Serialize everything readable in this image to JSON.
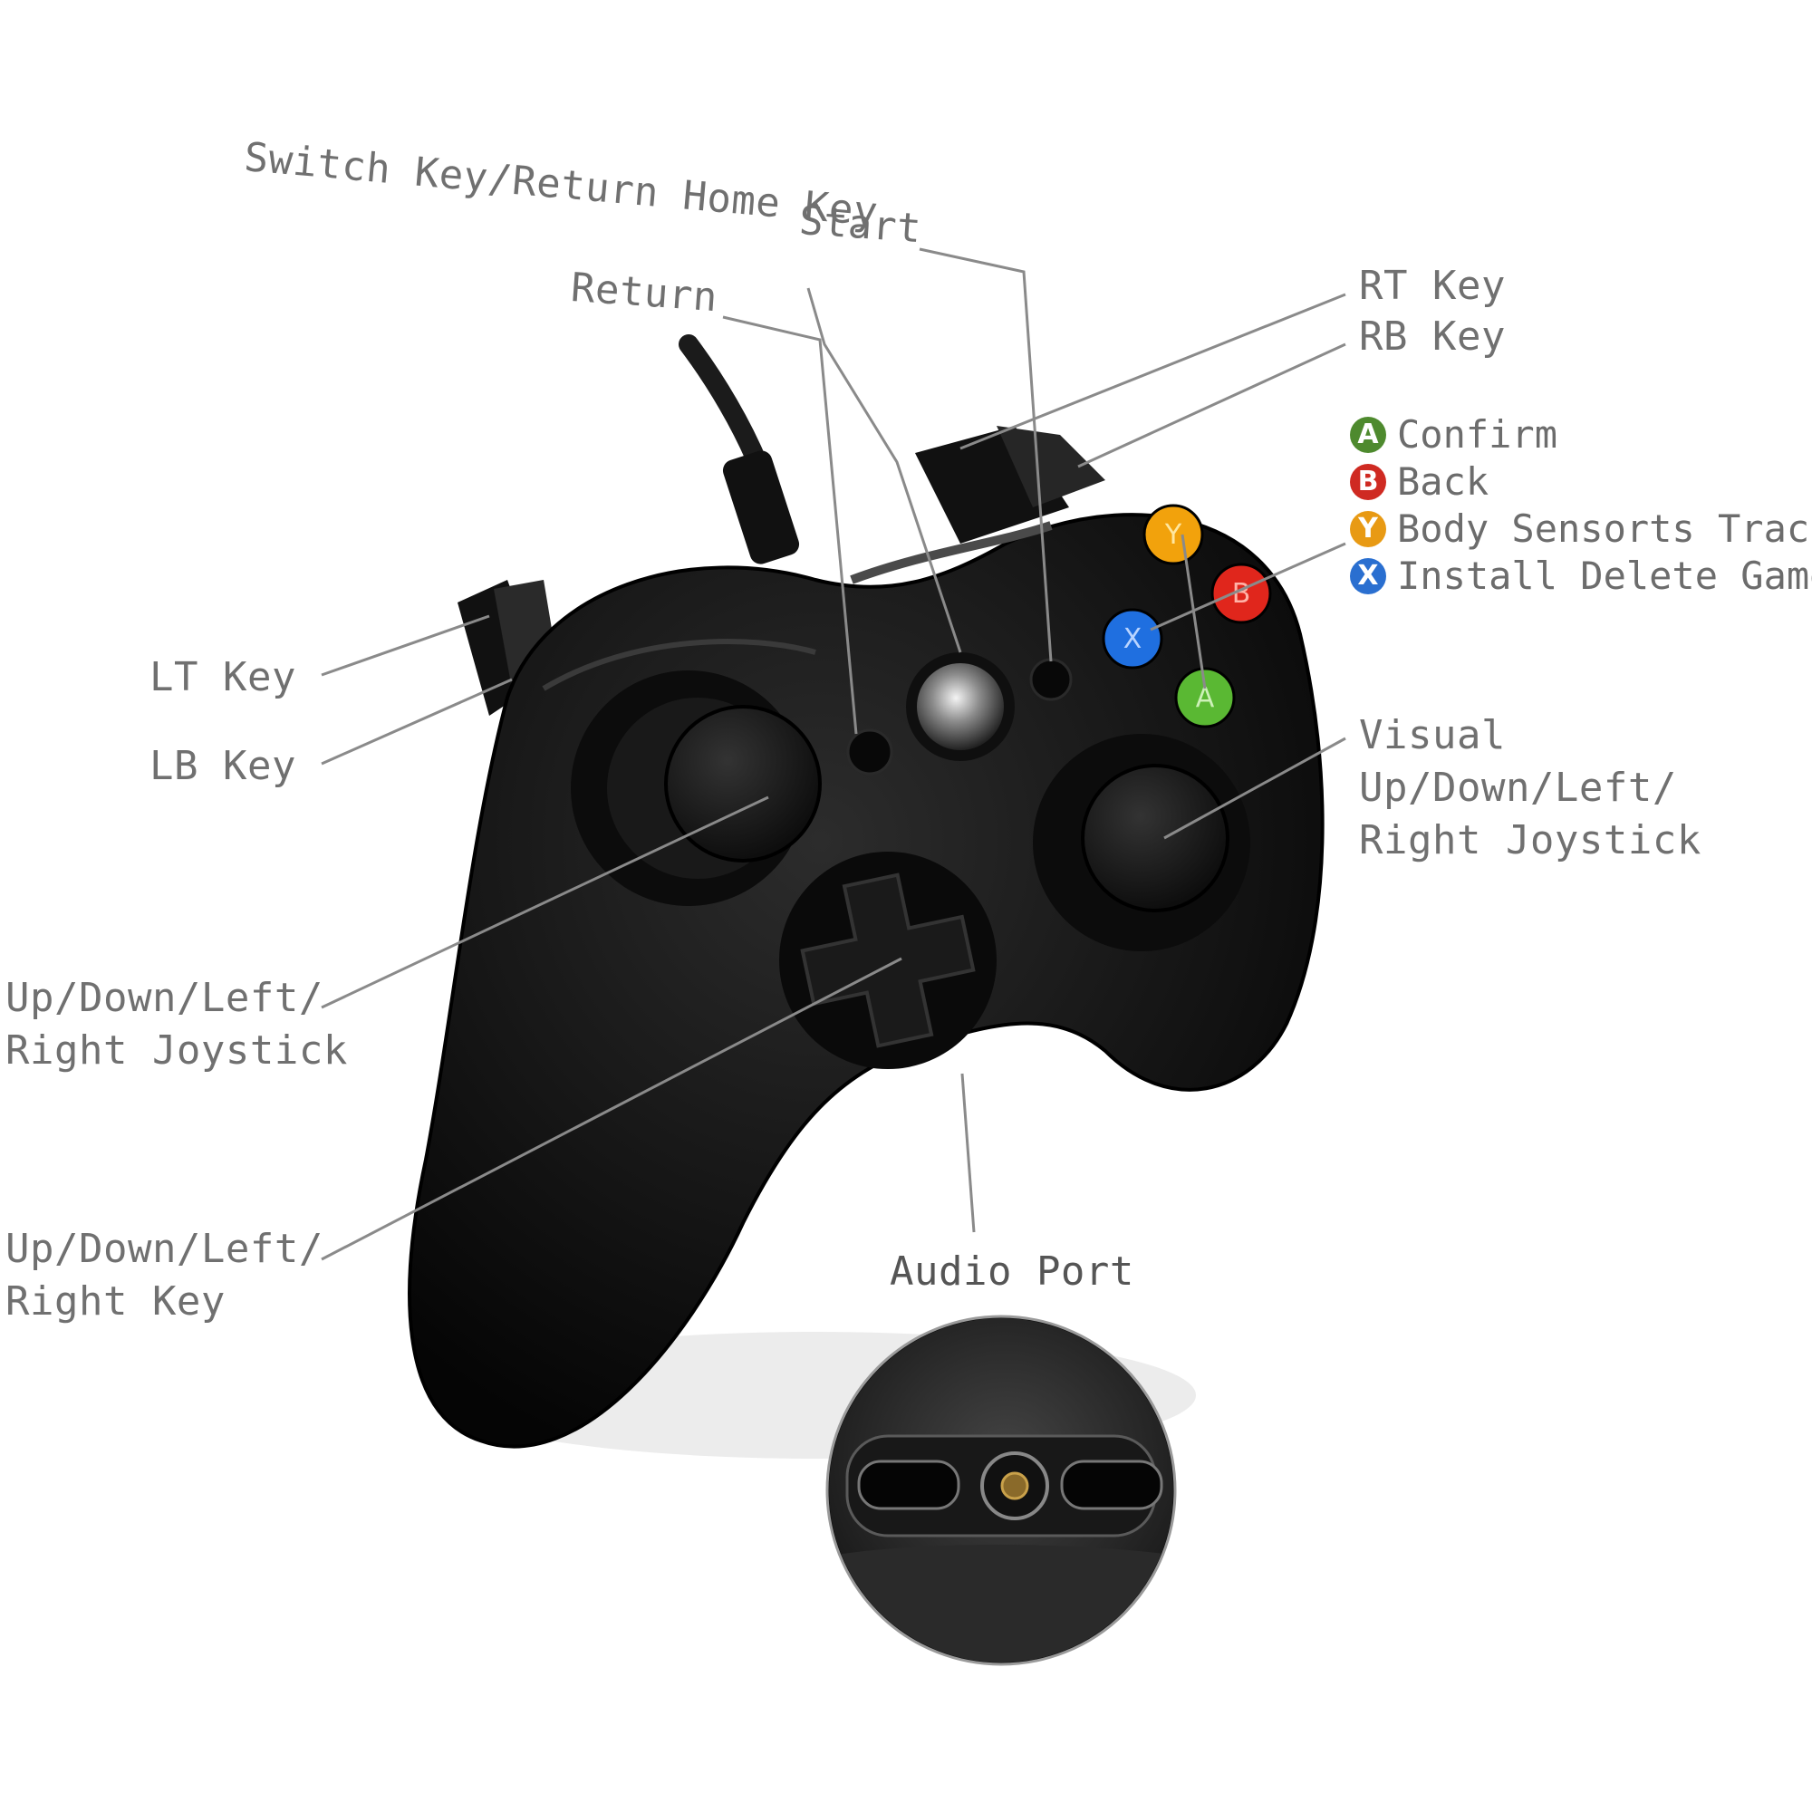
{
  "labels": {
    "switch_key": "Switch Key/Return Home Key",
    "start": "Start",
    "return": "Return",
    "rt_key": "RT Key",
    "rb_key": "RB Key",
    "lt_key": "LT Key",
    "lb_key": "LB Key",
    "left_joystick": "Up/Down/Left/\nRight Joystick",
    "dpad": "Up/Down/Left/\nRight Key",
    "right_joystick": "Visual Up/Down/Left/\nRight Joystick",
    "audio_port": "Audio Port"
  },
  "button_legend": [
    {
      "letter": "A",
      "label": "Confirm",
      "color": "#4e8a2e"
    },
    {
      "letter": "B",
      "label": "Back",
      "color": "#cf2a22"
    },
    {
      "letter": "Y",
      "label": "Body Sensorts Tracking",
      "color": "#e89a14"
    },
    {
      "letter": "X",
      "label": "Install Delete Game",
      "color": "#2a6fd0"
    }
  ],
  "controller_buttons": {
    "a": {
      "letter": "A",
      "color": "#5ab833"
    },
    "b": {
      "letter": "B",
      "color": "#e0261c"
    },
    "x": {
      "letter": "X",
      "color": "#1f6fe0"
    },
    "y": {
      "letter": "Y",
      "color": "#f2a20c"
    }
  },
  "colors": {
    "leader_line": "#8a8a8a",
    "controller_body": "#141414"
  }
}
